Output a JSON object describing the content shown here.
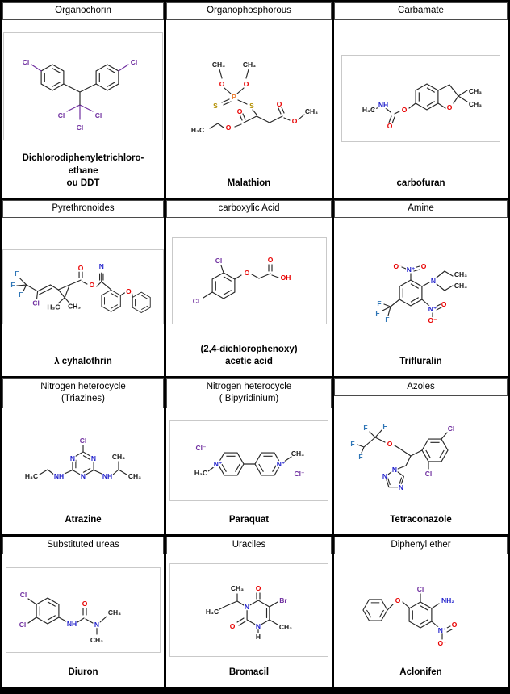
{
  "colors": {
    "chlorine_bromine": "#7030a0",
    "oxygen": "#e80000",
    "nitrogen": "#2222cc",
    "sulfur": "#b38f00",
    "phosphorus": "#ed7d31",
    "fluorine": "#2e75b6",
    "bond": "#262626",
    "table_border": "#000000"
  },
  "cells": [
    {
      "title_lines": [
        "Organochorin"
      ],
      "name_lines": [
        "Dichlorodiphenyletrichloro-",
        "ethane",
        "ou DDT"
      ],
      "atoms": [
        "Cl",
        "Cl",
        "Cl",
        "Cl",
        "Cl"
      ]
    },
    {
      "title_lines": [
        "Organophosphorous"
      ],
      "name_lines": [
        "Malathion"
      ],
      "atoms": [
        "CH₃",
        "CH₃",
        "O",
        "O",
        "P",
        "S",
        "S",
        "O",
        "O",
        "H₃C",
        "O",
        "O",
        "CH₃"
      ]
    },
    {
      "title_lines": [
        "Carbamate"
      ],
      "name_lines": [
        "carbofuran"
      ],
      "atoms": [
        "CH₃",
        "CH₃",
        "O",
        "O",
        "O",
        "NH",
        "H₃C"
      ]
    },
    {
      "title_lines": [
        "Pyrethronoides"
      ],
      "name_lines": [
        "λ cyhalothrin"
      ],
      "atoms": [
        "F",
        "F",
        "F",
        "Cl",
        "H₃C",
        "CH₃",
        "O",
        "O",
        "N",
        "O"
      ]
    },
    {
      "title_lines": [
        "carboxylic Acid"
      ],
      "name_lines": [
        "(2,4-dichlorophenoxy)",
        "acetic acid"
      ],
      "atoms": [
        "Cl",
        "Cl",
        "O",
        "O",
        "OH"
      ]
    },
    {
      "title_lines": [
        "Amine"
      ],
      "name_lines": [
        "Trifluralin"
      ],
      "atoms": [
        "O⁻",
        "N⁺",
        "O",
        "N",
        "CH₃",
        "CH₃",
        "N⁺",
        "O",
        "O⁻",
        "F",
        "F",
        "F"
      ]
    },
    {
      "title_lines": [
        "Nitrogen heterocycle",
        "(Triazines)"
      ],
      "name_lines": [
        "Atrazine"
      ],
      "atoms": [
        "Cl",
        "N",
        "N",
        "N",
        "NH",
        "NH",
        "H₃C",
        "CH₃",
        "CH₃"
      ]
    },
    {
      "title_lines": [
        "Nitrogen heterocycle",
        "( Bipyridinium)"
      ],
      "name_lines": [
        "Paraquat"
      ],
      "atoms": [
        "Cl⁻",
        "H₃C",
        "N⁺",
        "N⁺",
        "CH₃",
        "Cl⁻"
      ]
    },
    {
      "title_lines": [
        "Azoles"
      ],
      "name_lines": [
        "Tetraconazole"
      ],
      "atoms": [
        "F",
        "F",
        "F",
        "F",
        "O",
        "Cl",
        "Cl",
        "N",
        "N",
        "N"
      ]
    },
    {
      "title_lines": [
        "Substituted ureas"
      ],
      "name_lines": [
        "Diuron"
      ],
      "atoms": [
        "Cl",
        "Cl",
        "NH",
        "O",
        "N",
        "CH₃",
        "CH₃"
      ]
    },
    {
      "title_lines": [
        "Uraciles"
      ],
      "name_lines": [
        "Bromacil"
      ],
      "atoms": [
        "CH₃",
        "H₃C",
        "N",
        "O",
        "Br",
        "CH₃",
        "N",
        "H",
        "O"
      ]
    },
    {
      "title_lines": [
        "Diphenyl ether"
      ],
      "name_lines": [
        "Aclonifen"
      ],
      "atoms": [
        "O",
        "Cl",
        "NH₂",
        "N⁺",
        "O",
        "O⁻"
      ]
    }
  ]
}
